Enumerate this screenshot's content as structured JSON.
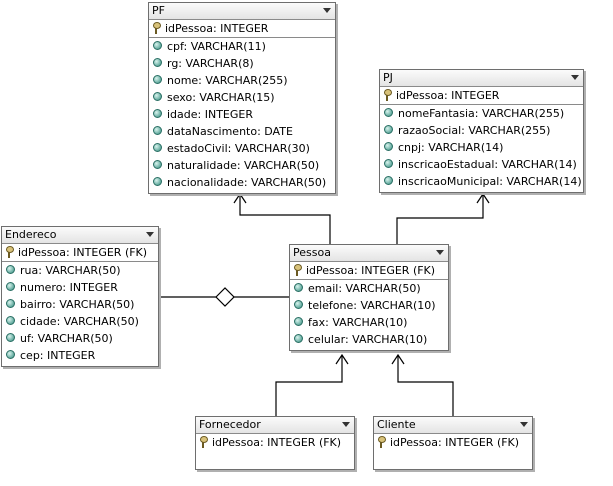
{
  "entities": {
    "pf": {
      "name": "PF",
      "pk": "idPessoa: INTEGER",
      "fields": [
        "cpf: VARCHAR(11)",
        "rg: VARCHAR(8)",
        "nome: VARCHAR(255)",
        "sexo: VARCHAR(15)",
        "idade: INTEGER",
        "dataNascimento: DATE",
        "estadoCivil: VARCHAR(30)",
        "naturalidade: VARCHAR(50)",
        "nacionalidade: VARCHAR(50)"
      ]
    },
    "pj": {
      "name": "PJ",
      "pk": "idPessoa: INTEGER",
      "fields": [
        "nomeFantasia: VARCHAR(255)",
        "razaoSocial: VARCHAR(255)",
        "cnpj: VARCHAR(14)",
        "inscricaoEstadual: VARCHAR(14)",
        "inscricaoMunicipal: VARCHAR(14)"
      ]
    },
    "endereco": {
      "name": "Endereco",
      "pk": "idPessoa: INTEGER (FK)",
      "fields": [
        "rua: VARCHAR(50)",
        "numero: INTEGER",
        "bairro: VARCHAR(50)",
        "cidade: VARCHAR(50)",
        "uf: VARCHAR(50)",
        "cep: INTEGER"
      ]
    },
    "pessoa": {
      "name": "Pessoa",
      "pk": "idPessoa: INTEGER (FK)",
      "fields": [
        "email: VARCHAR(50)",
        "telefone: VARCHAR(10)",
        "fax: VARCHAR(10)",
        "celular: VARCHAR(10)"
      ]
    },
    "fornecedor": {
      "name": "Fornecedor",
      "pk": "idPessoa: INTEGER (FK)",
      "fields": []
    },
    "cliente": {
      "name": "Cliente",
      "pk": "idPessoa: INTEGER (FK)",
      "fields": []
    }
  },
  "icons": {
    "primary_key": "key-icon",
    "column": "column-icon",
    "header_menu": "dropdown-arrow-icon"
  },
  "colors": {
    "border": "#6e6e6e",
    "connector": "#000000",
    "column_icon": "#2f8a7c"
  }
}
